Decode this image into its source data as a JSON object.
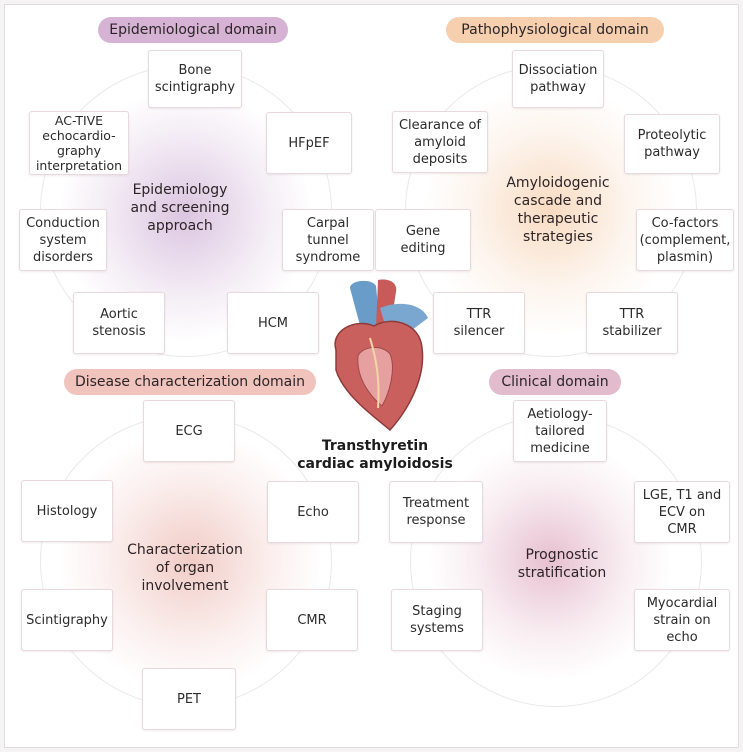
{
  "colors": {
    "epidemiological": "#c9a2c8",
    "pathophysiological": "#f4c8a4",
    "disease_characterization": "#eebab4",
    "clinical": "#dcb0c3"
  },
  "central": {
    "icon": "heart-icon",
    "title": "Transthyretin\ncardiac amyloidosis"
  },
  "domains": {
    "epidemiological": {
      "label": "Epidemiological domain",
      "center": "Epidemiology\nand screening\napproach",
      "items": [
        "Bone\nscintigraphy",
        "AC-TIVE\nechocardio-\ngraphy\ninterpretation",
        "HFpEF",
        "Conduction\nsystem\ndisorders",
        "Carpal\ntunnel\nsyndrome",
        "Aortic\nstenosis",
        "HCM"
      ]
    },
    "pathophysiological": {
      "label": "Pathophysiological domain",
      "center": "Amyloidogenic\ncascade and\ntherapeutic\nstrategies",
      "items": [
        "Dissociation\npathway",
        "Clearance of\namyloid\ndeposits",
        "Proteolytic\npathway",
        "Gene\nediting",
        "Co-factors\n(complement,\nplasmin)",
        "TTR\nsilencer",
        "TTR\nstabilizer"
      ]
    },
    "disease_characterization": {
      "label": "Disease characterization domain",
      "center": "Characterization\nof organ\ninvolvement",
      "items": [
        "ECG",
        "Histology",
        "Echo",
        "Scintigraphy",
        "CMR",
        "PET"
      ]
    },
    "clinical": {
      "label": "Clinical domain",
      "center": "Prognostic\nstratification",
      "items": [
        "Aetiology-\ntailored\nmedicine",
        "Treatment\nresponse",
        "LGE, T1 and\nECV on\nCMR",
        "Staging\nsystems",
        "Myocardial\nstrain on\necho"
      ]
    }
  }
}
